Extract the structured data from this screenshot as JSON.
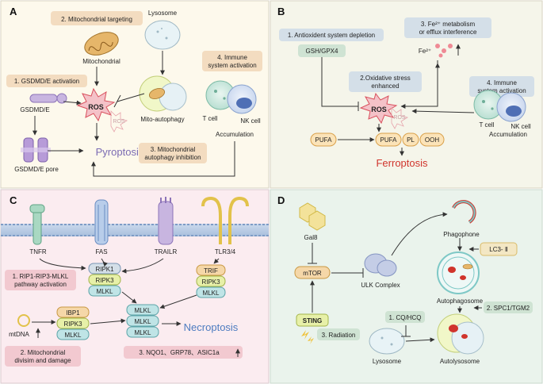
{
  "panels": {
    "A": {
      "letter": "A",
      "mito_targeting": "2. Mitochondrial targeting",
      "lysosome": "Lysosome",
      "mitochondrial": "Mitochondrial",
      "immune_1": "4. Immune",
      "immune_2": "system activation",
      "gsdmd_activation": "1. GSDMD/E activation",
      "gsdmd_e": "GSDMD/E",
      "ros": "ROS",
      "ros_ghost": "ROS",
      "mito_autophagy": "Mito-autophagy",
      "t_cell": "T cell",
      "nk_cell": "NK cell",
      "accumulation": "Accumulation",
      "pyroptosis": "Pyroptosis",
      "gsdmd_pore": "GSDMD/E pore",
      "autophagy_inhib_1": "3. Mitochondrial",
      "autophagy_inhib_2": "autophagy inhibition"
    },
    "B": {
      "letter": "B",
      "antioxidant": "1. Antioxident system depletion",
      "fe_metab_1": "3. Fe²⁺ metabolism",
      "fe_metab_2": "or efflux interference",
      "gsh": "GSH/GPX4",
      "fe2": "Fe²⁺",
      "oxstress_1": "2.Oxidative stress",
      "oxstress_2": "enhanced",
      "immune_1": "4. Immune",
      "immune_2": "system activation",
      "ros": "ROS",
      "ros_ghost": "ROS",
      "t_cell": "T cell",
      "nk_cell": "NK cell",
      "accumulation": "Accumulation",
      "pufa_left": "PUFA",
      "pufa": "PUFA",
      "pl": "PL",
      "ooh": "OOH",
      "ferroptosis": "Ferroptosis"
    },
    "C": {
      "letter": "C",
      "tnfr": "TNFR",
      "fas": "FAS",
      "trailr": "TRAILR",
      "tlr": "TLR3/4",
      "rip_path_1": "1. RIP1-RIP3-MLKL",
      "rip_path_2": "pathway activation",
      "ripk1": "RIPK1",
      "ripk3": "RIPK3",
      "mlkl": "MLKL",
      "trif": "TRIF",
      "ripk3_b": "RIPK3",
      "mlkl_b": "MLKL",
      "ibp1": "IBP1",
      "ripk3_c": "RIPK3",
      "mlkl_c": "MLKL",
      "mlkl_1": "MLKL",
      "mlkl_2": "MLKL",
      "mlkl_3": "MLKL",
      "mtdna": "mtDNA",
      "necroptosis": "Necroptosis",
      "mito_div_1": "2. Mitochondrial",
      "mito_div_2": "divisim and damage",
      "nqo1": "3. NQO1、GRP78、ASIC1a"
    },
    "D": {
      "letter": "D",
      "gal8": "Gal8",
      "phagophone": "Phagophone",
      "lc3": "LC3- Ⅱ",
      "mtor": "mTOR",
      "ulk": "ULK Complex",
      "autophagosome": "Autophagosome",
      "sting": "STING",
      "spc1": "2. SPC1/TGM2",
      "cq": "1. CQ/HCQ",
      "radiation": "3. Radiation",
      "lysosome": "Lysosome",
      "autolysosome": "Autolysosome"
    }
  },
  "colors": {
    "panelA_bg": "#fdf9ec",
    "panelB_bg": "#f5f5ea",
    "panelC_bg": "#fbecf0",
    "panelD_bg": "#eaf3ec",
    "pyroptosis": "#7b6bb3",
    "ferroptosis": "#d0342c",
    "necroptosis": "#4d7cc0",
    "label_orange": "#f3dcc0",
    "label_blue": "#d4dfe8",
    "label_pink": "#f2c9d0",
    "label_green": "#cfe3d3"
  }
}
